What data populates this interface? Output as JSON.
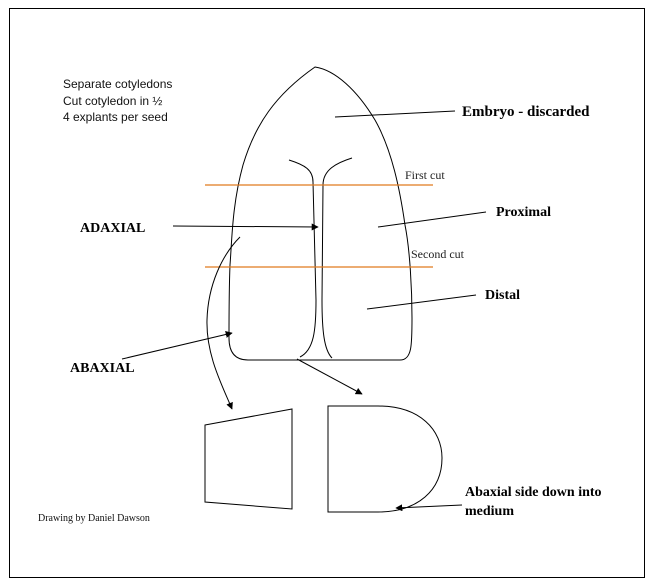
{
  "notes": [
    "Separate cotyledons",
    "Cut cotyledon in ½",
    "4 explants per seed"
  ],
  "labels": {
    "embryo": "Embryo - discarded",
    "first_cut": "First cut",
    "proximal": "Proximal",
    "adaxial": "ADAXIAL",
    "second_cut": "Second cut",
    "distal": "Distal",
    "abaxial": "ABAXIAL",
    "abaxial_side_line1": "Abaxial side down into",
    "abaxial_side_line2": "medium"
  },
  "credit": "Drawing by Daniel Dawson",
  "colors": {
    "cut_line": "#e07a1f",
    "stroke": "#000000"
  }
}
